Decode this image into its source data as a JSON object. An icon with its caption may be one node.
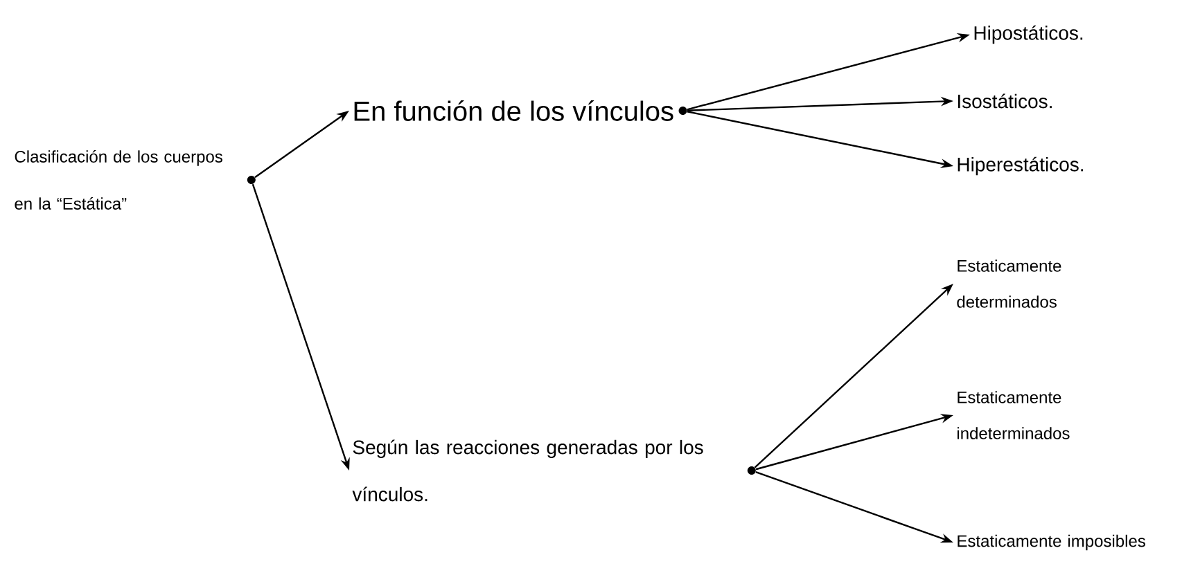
{
  "diagram": {
    "nodes": [
      {
        "text": [
          "Clasificación de los cuerpos en la “Estática”"
        ]
      },
      {
        "text": [
          "En función de los vínculos"
        ]
      },
      {
        "text": [
          "Según las reacciones generadas por los vínculos."
        ]
      },
      {
        "text": [
          "Hipostáticos."
        ]
      },
      {
        "text": [
          "Isostáticos."
        ]
      },
      {
        "text": [
          "Hiperestáticos."
        ]
      },
      {
        "text": [
          "Estaticamente determinados"
        ]
      },
      {
        "text": [
          "Estaticamente indeterminados"
        ]
      },
      {
        "text": [
          "Estaticamente imposibles"
        ]
      },
      {
        "text": [],
        "shape": "circle"
      },
      {
        "text": [],
        "shape": "circle"
      },
      {
        "text": [],
        "shape": "circle"
      }
    ],
    "edges": [
      {
        "from": 9,
        "to": 1,
        "arrow": "to"
      },
      {
        "from": 9,
        "to": 2,
        "arrow": "to"
      },
      {
        "from": 11,
        "to": 3,
        "arrow": "to"
      },
      {
        "from": 11,
        "to": 4,
        "arrow": "to"
      },
      {
        "from": 11,
        "to": 5,
        "arrow": "to"
      },
      {
        "from": 10,
        "to": 6,
        "arrow": "to"
      },
      {
        "from": 10,
        "to": 7,
        "arrow": "to"
      },
      {
        "from": 10,
        "to": 8,
        "arrow": "to"
      }
    ]
  }
}
